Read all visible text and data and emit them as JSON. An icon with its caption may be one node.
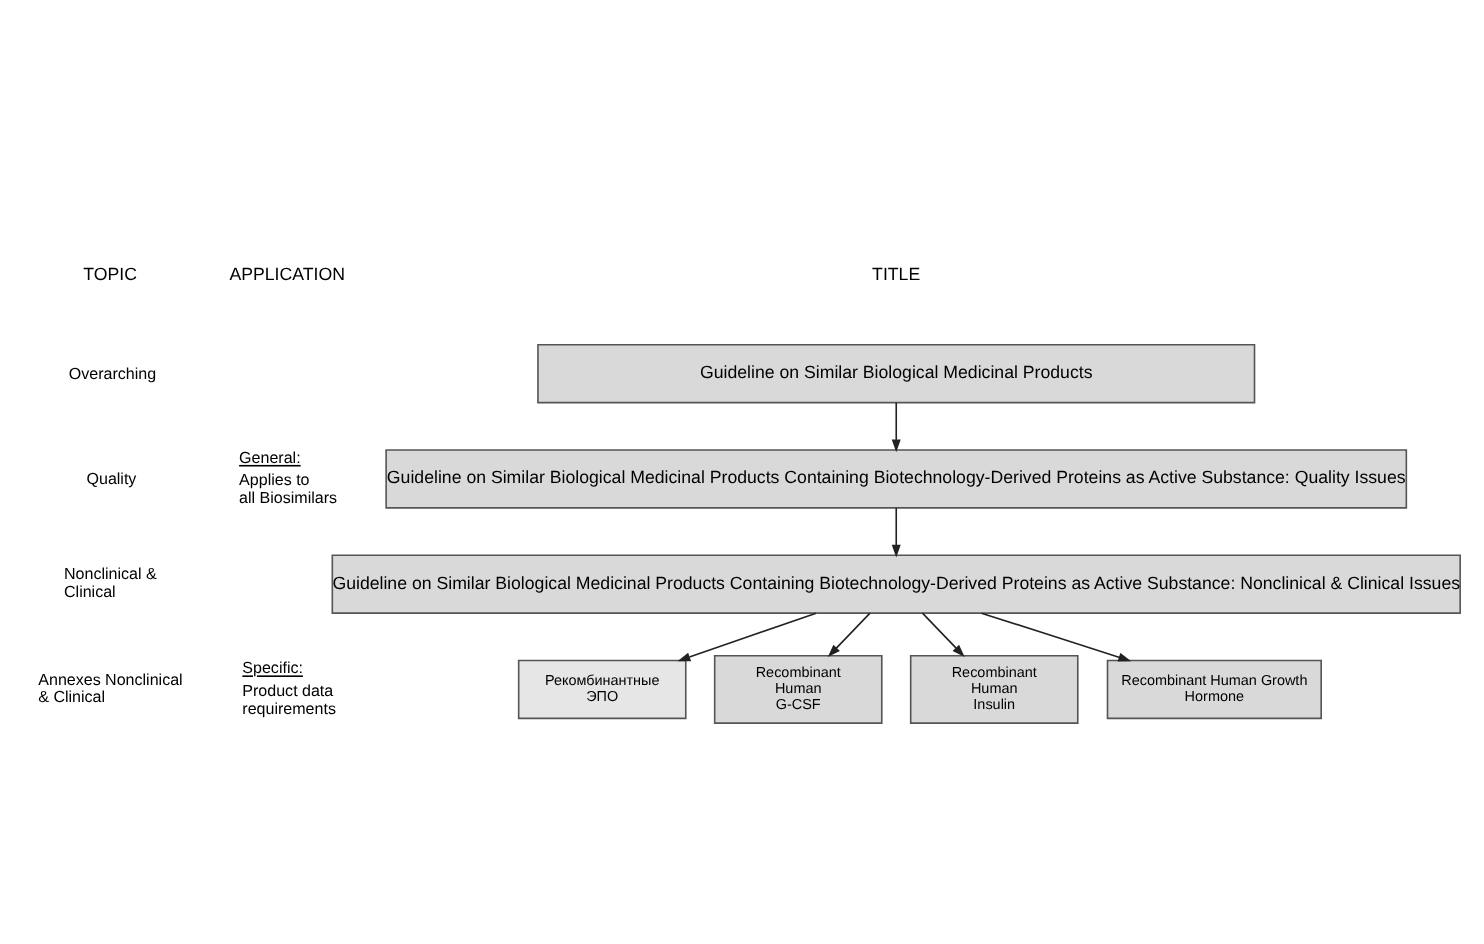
{
  "diagram": {
    "nodes": [
      {
        "text": [
          "Guideline on Similar Biological Medicinal Products"
        ]
      },
      {
        "text": [
          "Guideline on Similar Biological Medicinal Products Containing Biotechnology-Derived Proteins as Active Substance: Quality Issues"
        ]
      },
      {
        "text": [
          "Guideline on Similar Biological Medicinal Products Containing Biotechnology-Derived Proteins as Active Substance: Nonclinical & Clinical Issues"
        ]
      },
      {
        "text": [
          "Рекомбинантные ЭПО"
        ]
      },
      {
        "text": [
          "Recombinant Human G-CSF"
        ]
      },
      {
        "text": [
          "Recombinant Human Insulin"
        ]
      },
      {
        "text": [
          "Recombinant Human Growth Hormone"
        ]
      }
    ],
    "edges": [
      {
        "from": 0,
        "to": 1,
        "arrow": "to"
      },
      {
        "from": 1,
        "to": 2,
        "arrow": "to"
      },
      {
        "from": 2,
        "to": 3,
        "arrow": "to"
      },
      {
        "from": 2,
        "to": 4,
        "arrow": "to"
      },
      {
        "from": 2,
        "to": 5,
        "arrow": "to"
      },
      {
        "from": 2,
        "to": 6,
        "arrow": "to"
      }
    ],
    "labels": [
      "TOPIC",
      "TITLE",
      "APPLICATION",
      "Overarching",
      "Quality",
      "Nonclinical & Clinical",
      "Annexes Nonclinical & Clinical",
      "General:",
      "Applies to all Biosimilars",
      "Specific:",
      "Product data requirements"
    ]
  }
}
